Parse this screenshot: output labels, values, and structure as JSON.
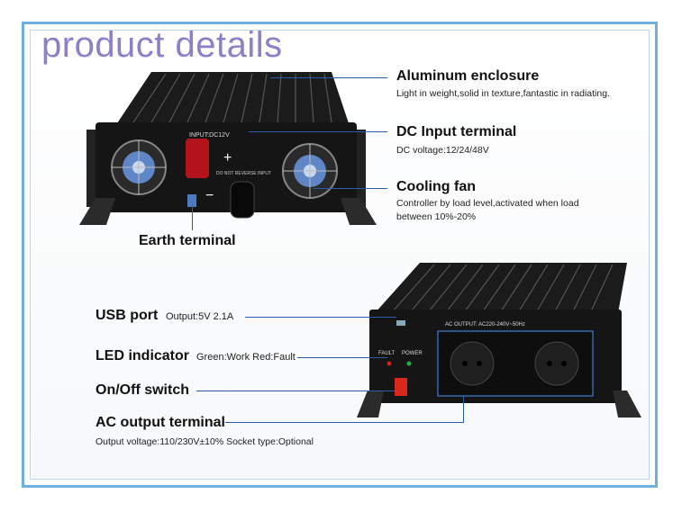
{
  "heading": "product details",
  "top_labels": {
    "enclosure_title": "Aluminum enclosure",
    "enclosure_desc": "Light in weight,solid in texture,fantastic in radiating.",
    "dc_title": "DC Input terminal",
    "dc_desc": "DC voltage:12/24/48V",
    "fan_title": "Cooling fan",
    "fan_desc_1": "Controller by load level,activated when load",
    "fan_desc_2": "between 10%-20%",
    "earth_title": "Earth terminal"
  },
  "bottom_labels": {
    "usb_title": "USB port",
    "usb_desc": "Output:5V  2.1A",
    "led_title": "LED indicator",
    "led_desc": "Green:Work  Red:Fault",
    "switch_title": "On/Off switch",
    "ac_title": "AC output terminal",
    "ac_desc": "Output voltage:110/230V±10%  Socket type:Optional"
  },
  "device_markings": {
    "input_label": "INPUT:DC12V",
    "plus": "+",
    "minus": "−",
    "reverse_warning": "DO NOT REVERSE INPUT",
    "ac_output_label": "AC OUTPUT:  AC220-240V~50Hz",
    "fault": "FAULT",
    "power": "POWER"
  }
}
